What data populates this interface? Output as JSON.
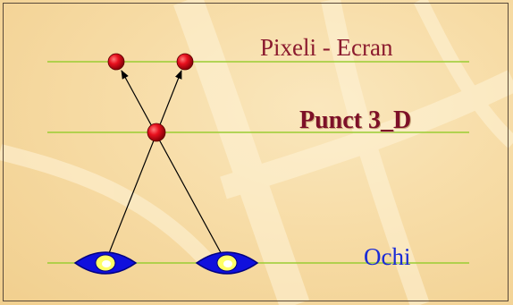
{
  "labels": {
    "screen_pixels": "Pixeli - Ecran",
    "point_3d": "Punct 3_D",
    "eyes": "Ochi"
  },
  "colors": {
    "background": "#f7dba0",
    "guide_lines": "#9acd32",
    "pixel_dots": "#e8101e",
    "point_dot": "#c8101a",
    "eye_outer": "#1010dd",
    "eye_iris": "#ffff66",
    "screen_text": "#8b1a2e",
    "point_text": "#7d1028",
    "eyes_text": "#1a2bd6"
  }
}
